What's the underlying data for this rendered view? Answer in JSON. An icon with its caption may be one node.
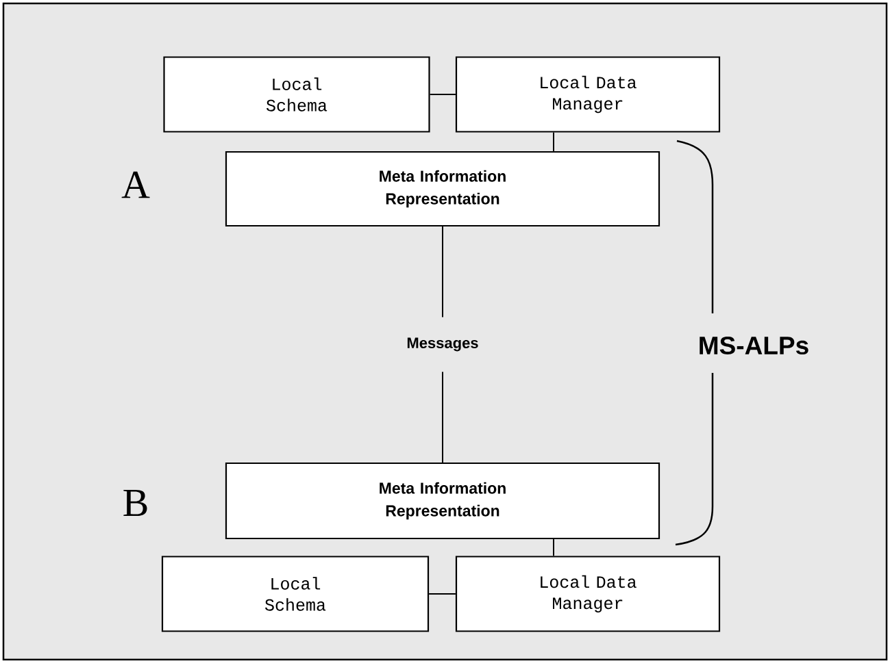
{
  "diagram": {
    "nodes": [
      {
        "text": [
          "Local Schema"
        ]
      },
      {
        "text": [
          "Local Data Manager"
        ]
      },
      {
        "text": [
          "Meta Information Representation"
        ]
      },
      {
        "text": [
          "Meta Information Representation"
        ]
      },
      {
        "text": [
          "Local Schema"
        ]
      },
      {
        "text": [
          "Local Data Manager"
        ]
      }
    ],
    "edges": [
      {
        "from": 0,
        "to": 1,
        "arrow": "none"
      },
      {
        "from": 1,
        "to": 2,
        "arrow": "none"
      },
      {
        "from": 2,
        "to": 3,
        "arrow": "none",
        "label": "Messages"
      },
      {
        "from": 3,
        "to": 5,
        "arrow": "none"
      },
      {
        "from": 4,
        "to": 5,
        "arrow": "none"
      }
    ],
    "labels": [
      "A",
      "B",
      "MS-ALPs"
    ]
  }
}
